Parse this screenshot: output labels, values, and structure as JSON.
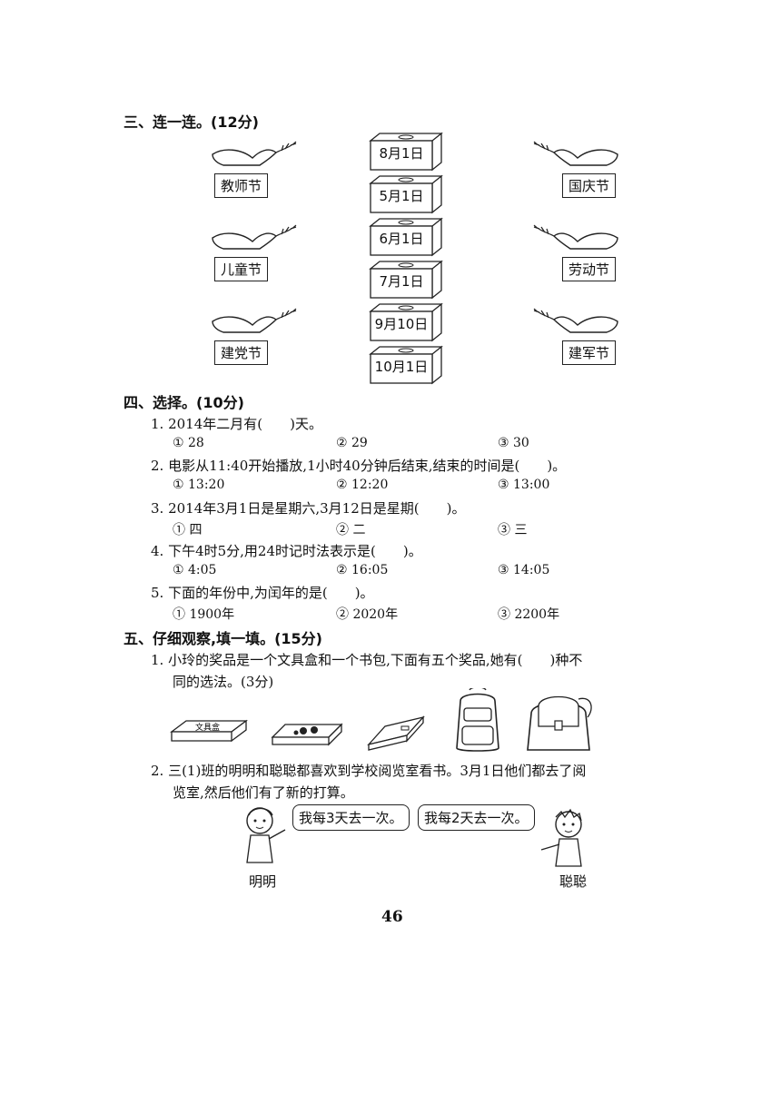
{
  "section3": {
    "heading": "三、连一连。(12分)",
    "festivals_left": [
      "教师节",
      "儿童节",
      "建党节"
    ],
    "festivals_right": [
      "国庆节",
      "劳动节",
      "建军节"
    ],
    "dates": [
      "8月1日",
      "5月1日",
      "6月1日",
      "7月1日",
      "9月10日",
      "10月1日"
    ]
  },
  "section4": {
    "heading": "四、选择。(10分)",
    "questions": [
      {
        "q": "1. 2014年二月有(　　)天。",
        "opts": [
          "① 28",
          "② 29",
          "③ 30"
        ]
      },
      {
        "q": "2. 电影从11:40开始播放,1小时40分钟后结束,结束的时间是(　　)。",
        "opts": [
          "① 13:20",
          "② 12:20",
          "③ 13:00"
        ]
      },
      {
        "q": "3. 2014年3月1日是星期六,3月12日是星期(　　)。",
        "opts": [
          "① 四",
          "② 二",
          "③ 三"
        ]
      },
      {
        "q": "4. 下午4时5分,用24时记时法表示是(　　)。",
        "opts": [
          "① 4:05",
          "② 16:05",
          "③ 14:05"
        ]
      },
      {
        "q": "5. 下面的年份中,为闰年的是(　　)。",
        "opts": [
          "① 1900年",
          "② 2020年",
          "③ 2200年"
        ]
      }
    ]
  },
  "section5": {
    "heading": "五、仔细观察,填一填。(15分)",
    "q1_line1": "1. 小玲的奖品是一个文具盒和一个书包,下面有五个奖品,她有(　　)种不",
    "q1_line2": "同的选法。(3分)",
    "pencil_box_label": "文具盒",
    "q2_line1": "2. 三(1)班的明明和聪聪都喜欢到学校阅览室看书。3月1日他们都去了阅",
    "q2_line2": "览室,然后他们有了新的打算。",
    "bubble_left": "我每3天去一次。",
    "bubble_right": "我每2天去一次。",
    "name_left": "明明",
    "name_right": "聪聪"
  },
  "page_number": "46"
}
